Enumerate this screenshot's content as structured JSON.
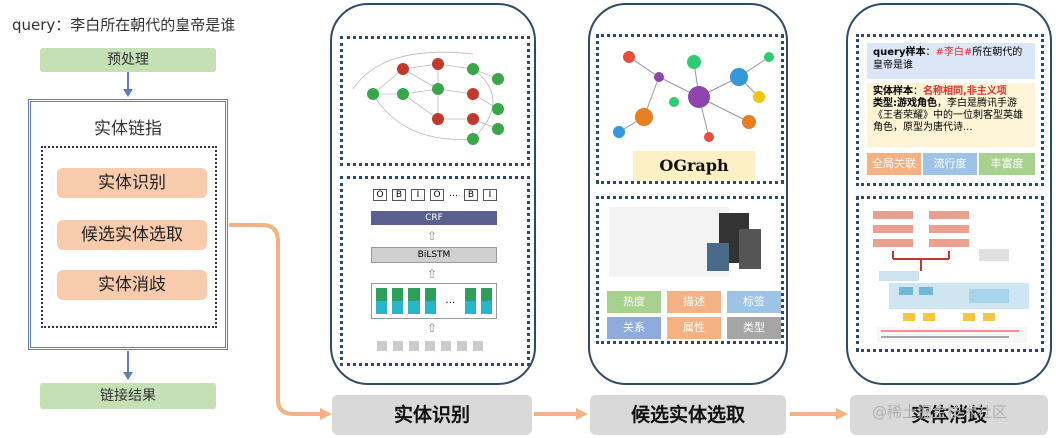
{
  "query": "query：李白所在朝代的皇帝是谁",
  "preprocess": "预处理",
  "entity_linking": "实体链指",
  "steps": [
    "实体识别",
    "候选实体选取",
    "实体消歧"
  ],
  "link_result": "链接结果",
  "stage_labels": [
    "实体识别",
    "候选实体选取",
    "实体消歧"
  ],
  "ner_model": {
    "tags": [
      "O",
      "B",
      "I",
      "O",
      "B",
      "I"
    ],
    "layers": [
      "CRF",
      "BiLSTM"
    ]
  },
  "ograph": "OGraph",
  "attr_tiles": [
    "热度",
    "描述",
    "标签",
    "关系",
    "属性",
    "类型"
  ],
  "disamb": {
    "query_label": "query样本",
    "query_pre": "：",
    "query_hl": "#李白#",
    "query_rest": "所在朝代的皇帝是谁",
    "entity_label": "实体样本",
    "entity_pre": "：",
    "entity_hl": "名称相同,非主义项",
    "entity_type": "类型:游戏角色",
    "entity_text": "，李白是腾讯手游《王者荣耀》中的一位刺客型英雄角色，原型为唐代诗...",
    "features": [
      "全局关联",
      "流行度",
      "丰富度"
    ]
  },
  "watermark": "@稀土掘金技术社区",
  "colors": {
    "green": "#c5e0b4",
    "peach": "#f8cbad",
    "orange_arrow": "#f4b183",
    "frame_blue": "#5b7fb5",
    "panel_border": "#2e4a6b",
    "tile_green": "#a9d18e",
    "tile_orange": "#f4b183",
    "tile_blue": "#9dc3e6",
    "tile_blue2": "#8faadc",
    "tile_gray": "#a5a5a5"
  }
}
